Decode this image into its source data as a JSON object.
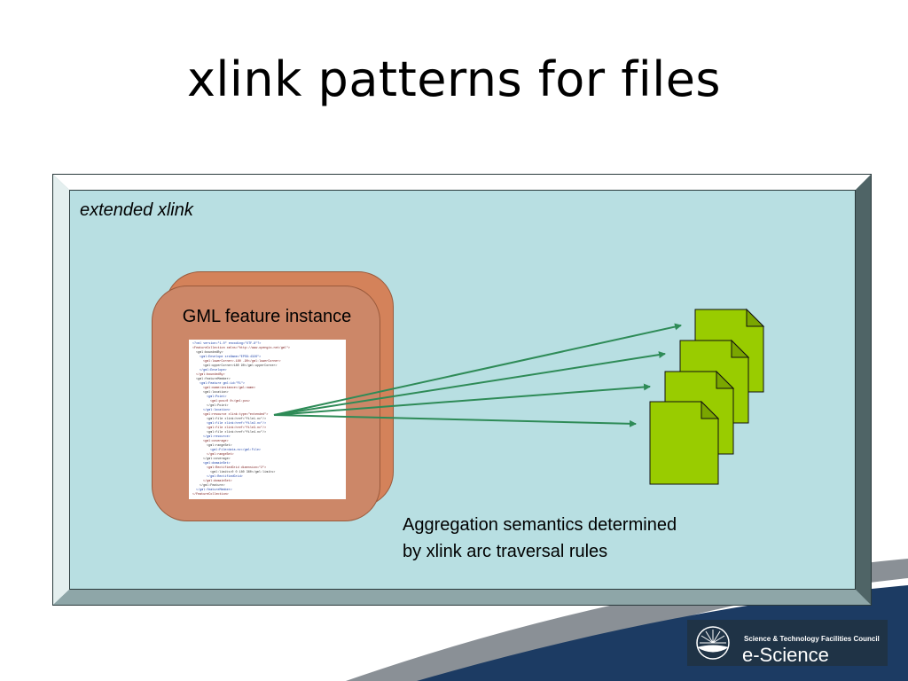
{
  "slide": {
    "title": "xlink patterns for files"
  },
  "panel": {
    "label": "extended xlink"
  },
  "instance": {
    "label": "GML feature instance",
    "xml_lines": [
      "<?xml version=\"1.0\" encoding=\"UTF-8\"?>",
      "<FeatureCollection xmlns=\"http://www.opengis.net/gml\">",
      "  <gml:boundedBy>",
      "    <gml:Envelope srsName=\"EPSG:4326\">",
      "      <gml:lowerCorner>-180 -90</gml:lowerCorner>",
      "      <gml:upperCorner>180 90</gml:upperCorner>",
      "    </gml:Envelope>",
      "  </gml:boundedBy>",
      "  <gml:featureMember>",
      "    <gml:Feature gml:id=\"F1\">",
      "      <gml:name>instance</gml:name>",
      "      <gml:location>",
      "        <gml:Point>",
      "          <gml:pos>0 0</gml:pos>",
      "        </gml:Point>",
      "      </gml:location>",
      "      <gml:resource xlink:type=\"extended\">",
      "        <gml:file xlink:href=\"file1.nc\"/>",
      "        <gml:file xlink:href=\"file2.nc\"/>",
      "        <gml:file xlink:href=\"file3.nc\"/>",
      "        <gml:file xlink:href=\"file4.nc\"/>",
      "      </gml:resource>",
      "      <gml:coverage>",
      "        <gml:rangeSet>",
      "          <gml:File>data.nc</gml:File>",
      "        </gml:rangeSet>",
      "      </gml:coverage>",
      "      <gml:domainSet>",
      "        <gml:RectifiedGrid dimension=\"2\">",
      "          <gml:limits>0 0 180 360</gml:limits>",
      "        </gml:RectifiedGrid>",
      "      </gml:domainSet>",
      "    </gml:Feature>",
      "  </gml:featureMember>",
      "</FeatureCollection>"
    ]
  },
  "caption": {
    "line1": "Aggregation semantics determined",
    "line2": "by xlink arc traversal rules"
  },
  "logo": {
    "council": "Science & Technology Facilities Council",
    "name": "e-Science"
  },
  "colors": {
    "panel_fill": "#b8dfe2",
    "instance_fill": "#cc8768",
    "file_fill": "#99cc00",
    "arrow": "#2e8b57",
    "logo_bg": "#1f3346"
  },
  "icons": {
    "file": "document-file-icon",
    "logo": "sun-burst-logo-icon"
  }
}
